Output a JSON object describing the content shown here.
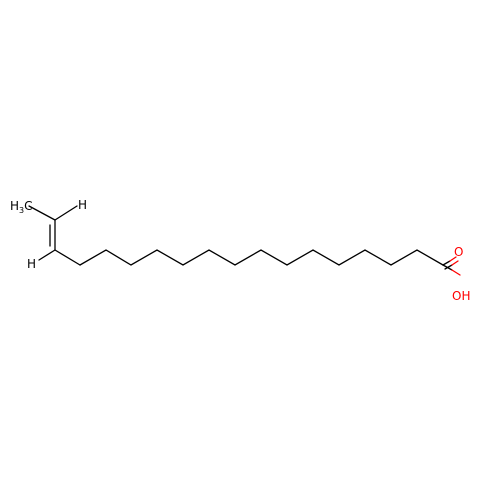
{
  "molecule": {
    "atoms": {
      "methyl": {
        "main": "H",
        "subscript": "3",
        "tail": "C"
      },
      "h_upper": "H",
      "h_lower": "H",
      "carbonyl_o": "O",
      "hydroxyl": "OH"
    },
    "colors": {
      "bond": "#000000",
      "oxygen": "#ff0000",
      "background": "#ffffff"
    }
  }
}
